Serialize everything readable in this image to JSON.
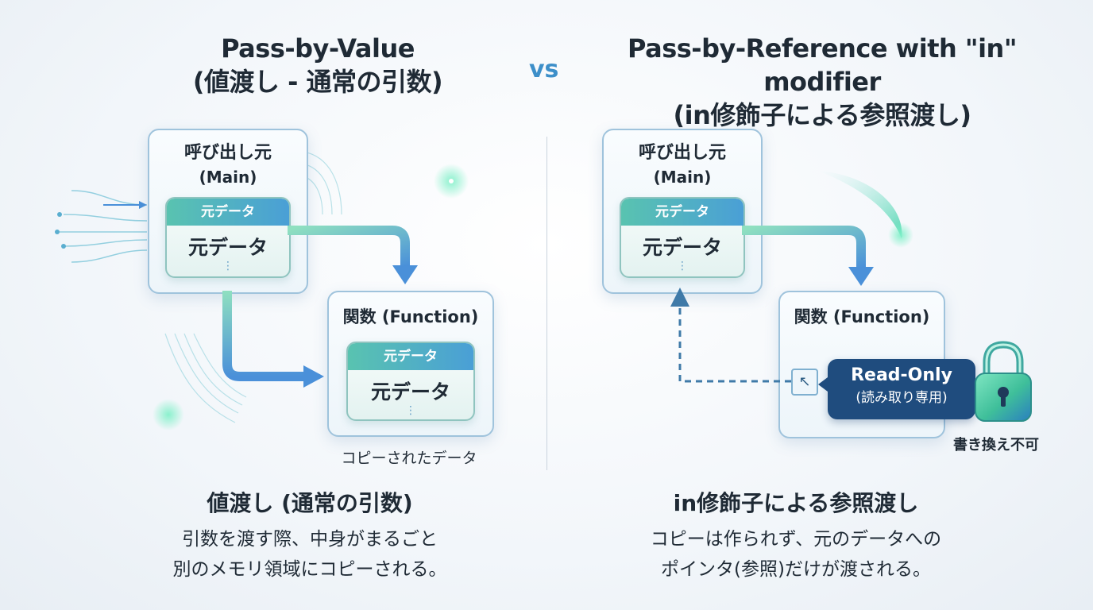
{
  "left": {
    "title_line1": "Pass-by-Value",
    "title_line2": "(値渡し - 通常の引数)",
    "caller_label": "呼び出し元",
    "caller_sub": "(Main)",
    "caller_card_header": "元データ",
    "caller_card_body": "元データ",
    "function_label": "関数 (Function)",
    "function_card_header": "元データ",
    "function_card_body": "元データ",
    "copy_caption": "コピーされたデータ",
    "bottom_title": "値渡し (通常の引数)",
    "bottom_desc_line1": "引数を渡す際、中身がまるごと",
    "bottom_desc_line2": "別のメモリ領域にコピーされる。"
  },
  "vs_label": "vs",
  "right": {
    "title_line1": "Pass-by-Reference with \"in\" modifier",
    "title_line2": "(in修飾子による参照渡し)",
    "caller_label": "呼び出し元",
    "caller_sub": "(Main)",
    "caller_card_header": "元データ",
    "caller_card_body": "元データ",
    "function_label": "関数 (Function)",
    "badge_en": "Read-Only",
    "badge_ja": "(読み取り専用)",
    "lock_caption": "書き換え不可",
    "bottom_title": "in修飾子による参照渡し",
    "bottom_desc_line1": "コピーは作られず、元のデータへの",
    "bottom_desc_line2": "ポインタ(参照)だけが渡される。"
  },
  "colors": {
    "accent_blue": "#4a90d9",
    "accent_teal": "#59c3b0",
    "badge_navy": "#1f4c7e",
    "lock_green": "#3fbf9a"
  }
}
